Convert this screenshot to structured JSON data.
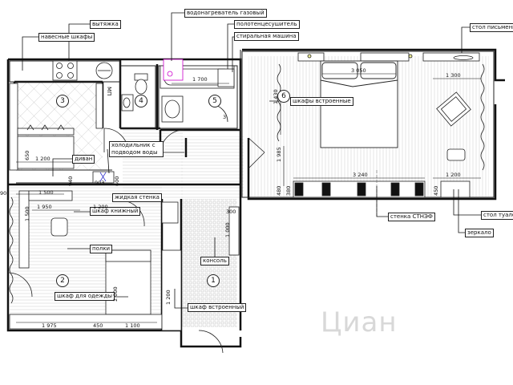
{
  "labels": {
    "hood": "вытяжка",
    "wall_cabinets": "навесные шкафы",
    "water_heater": "водонагреватель газовый",
    "towel_dryer": "полотенцесушитель",
    "washing_machine": "стиральная машина",
    "desk": "стол письменный",
    "built_in_wardrobes": "шкафы встроенные",
    "fridge": "холодильник с подводом воды",
    "sofa": "диван",
    "glass_wall": "жидкая стенка",
    "bookcase": "шкаф книжный",
    "shelves": "полки",
    "wardrobe": "шкаф для одежды",
    "console": "консоль",
    "built_in_wardrobe": "шкаф встроенный",
    "wall_stn": "стенка СТНЭФ",
    "dressing_table": "стол туалетный",
    "mirror": "зеркало"
  },
  "rooms": [
    "1",
    "2",
    "3",
    "4",
    "5",
    "6"
  ],
  "dims": {
    "bath": "1 700",
    "bed": "3 050",
    "bedroom_shelf": "1 300",
    "bedroom_wall": "1 430",
    "bedroom_side": "1 985",
    "bedroom_wardrobe": "3 240",
    "bedroom_table": "1 200",
    "bedroom_480": "480",
    "bedroom_380": "380",
    "bedroom_450": "450",
    "hall_3": "3",
    "kitchen_sofa_w": "1 200",
    "kitchen_sofa_h": "650",
    "kitchen_bottom": "1 500",
    "kitchen_940": "940",
    "fridge_w": "903",
    "fridge_d": "600",
    "left_90": "90",
    "room2_top_a": "1 950",
    "room2_top_b": "1 200",
    "room2_side": "1 500",
    "room2_bottom_a": "1 975",
    "room2_bottom_b": "450",
    "room2_bottom_c": "1 100",
    "room2_bed": "2 000",
    "hall_300": "300",
    "hall_600": "1 000",
    "hall_1200": "1 200",
    "mw": "МП"
  },
  "watermark": "Циан"
}
